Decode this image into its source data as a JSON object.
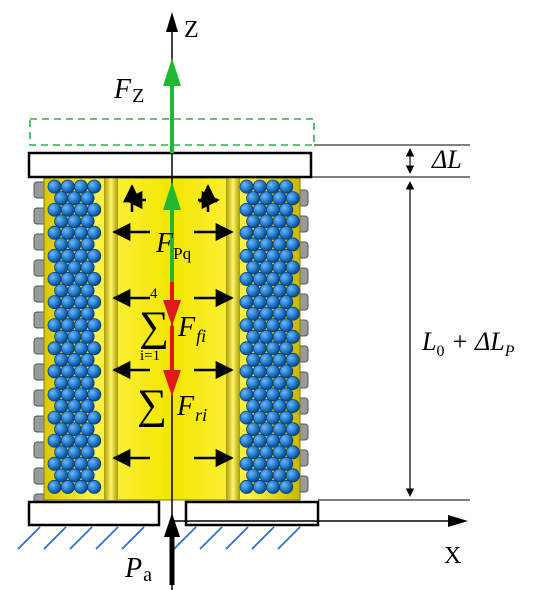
{
  "axes": {
    "z_label": "Z",
    "x_label": "X"
  },
  "forces": {
    "fz_main": "F",
    "fz_sub": "Z",
    "fpq_main": "F",
    "fpq_sub": "Pq",
    "sum_symbol": "∑",
    "ffi_main": "F",
    "ffi_sub": "fi",
    "sum_upper": "4",
    "sum_lower": "i=1",
    "fri_main": "F",
    "fri_sub": "ri",
    "pa_main": "P",
    "pa_sub": "a"
  },
  "dimensions": {
    "delta_l": "ΔL",
    "length_l0": "L",
    "length_l0_sub": "0",
    "length_plus": " + ΔL",
    "length_p_sub": "P"
  },
  "colors": {
    "yellow": "#f2e600",
    "yellow_dark": "#b8a800",
    "ball_blue": "#1e78c8",
    "ball_edge": "#0c3f78",
    "arrow_green": "#1fb82e",
    "arrow_red": "#e01818",
    "dashed_green": "#29b34a",
    "ground_blue": "#2a6fd6"
  }
}
